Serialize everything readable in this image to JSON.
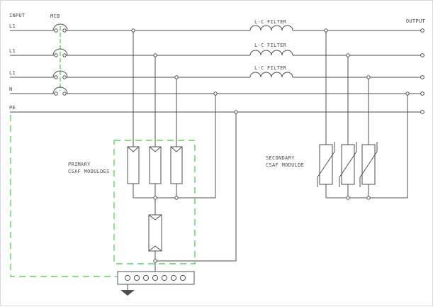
{
  "diagram": {
    "input_label": "INPUT",
    "output_label": "OUTPUT",
    "mcb_label": "MCB",
    "phase_labels": {
      "l1": "L1",
      "l2": "L1",
      "l3": "L1",
      "n": "N",
      "pe": "PE"
    },
    "filter_labels": {
      "f1": "L-C FILTER",
      "f2": "L-C FILTER",
      "f3": "L-C FILTER"
    },
    "primary_module_label": {
      "line1": "PRIMARY",
      "line2": "CSAF MODULDES"
    },
    "secondary_module_label": {
      "line1": "SECONDARY",
      "line2": "CSAF MODULDE"
    },
    "terminal_block": {
      "terminal_count": 7
    },
    "colors": {
      "wire": "#4f4f4f",
      "highlight_green": "#5fd35f",
      "background": "#ffffff"
    }
  }
}
